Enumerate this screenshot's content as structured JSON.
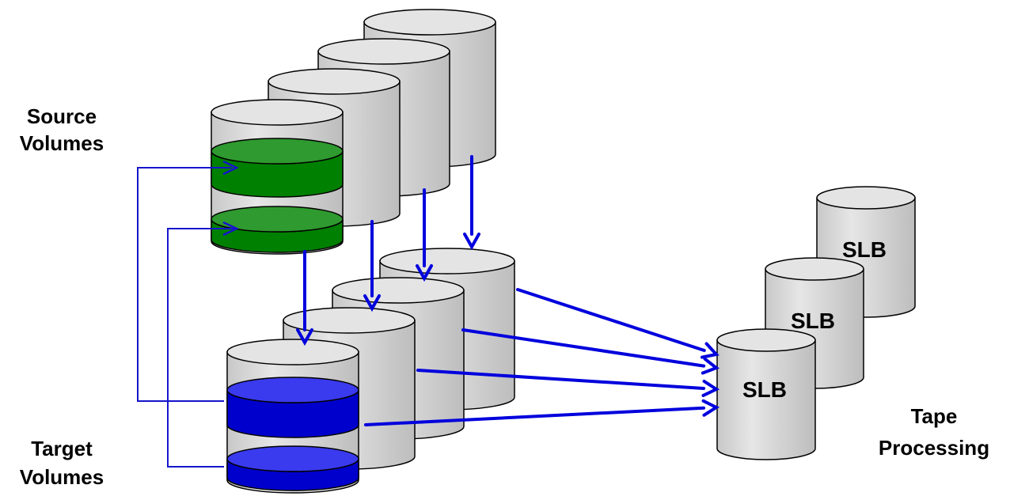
{
  "labels": {
    "source_line1": "Source",
    "source_line2": "Volumes",
    "target_line1": "Target",
    "target_line2": "Volumes",
    "tape_line1": "Tape",
    "tape_line2": "Processing"
  },
  "tape_volumes": [
    {
      "label": "SLB"
    },
    {
      "label": "SLB"
    },
    {
      "label": "SLB"
    }
  ],
  "colors": {
    "cylinder_fill": "#d3d3d3",
    "cylinder_top": "#e4e4e4",
    "outline": "#000000",
    "source_band": "#008000",
    "source_band_top": "#2f9a2f",
    "target_band": "#0000cc",
    "target_band_top": "#3a3aee",
    "arrow": "#0000dd",
    "connector": "#1515cc"
  }
}
